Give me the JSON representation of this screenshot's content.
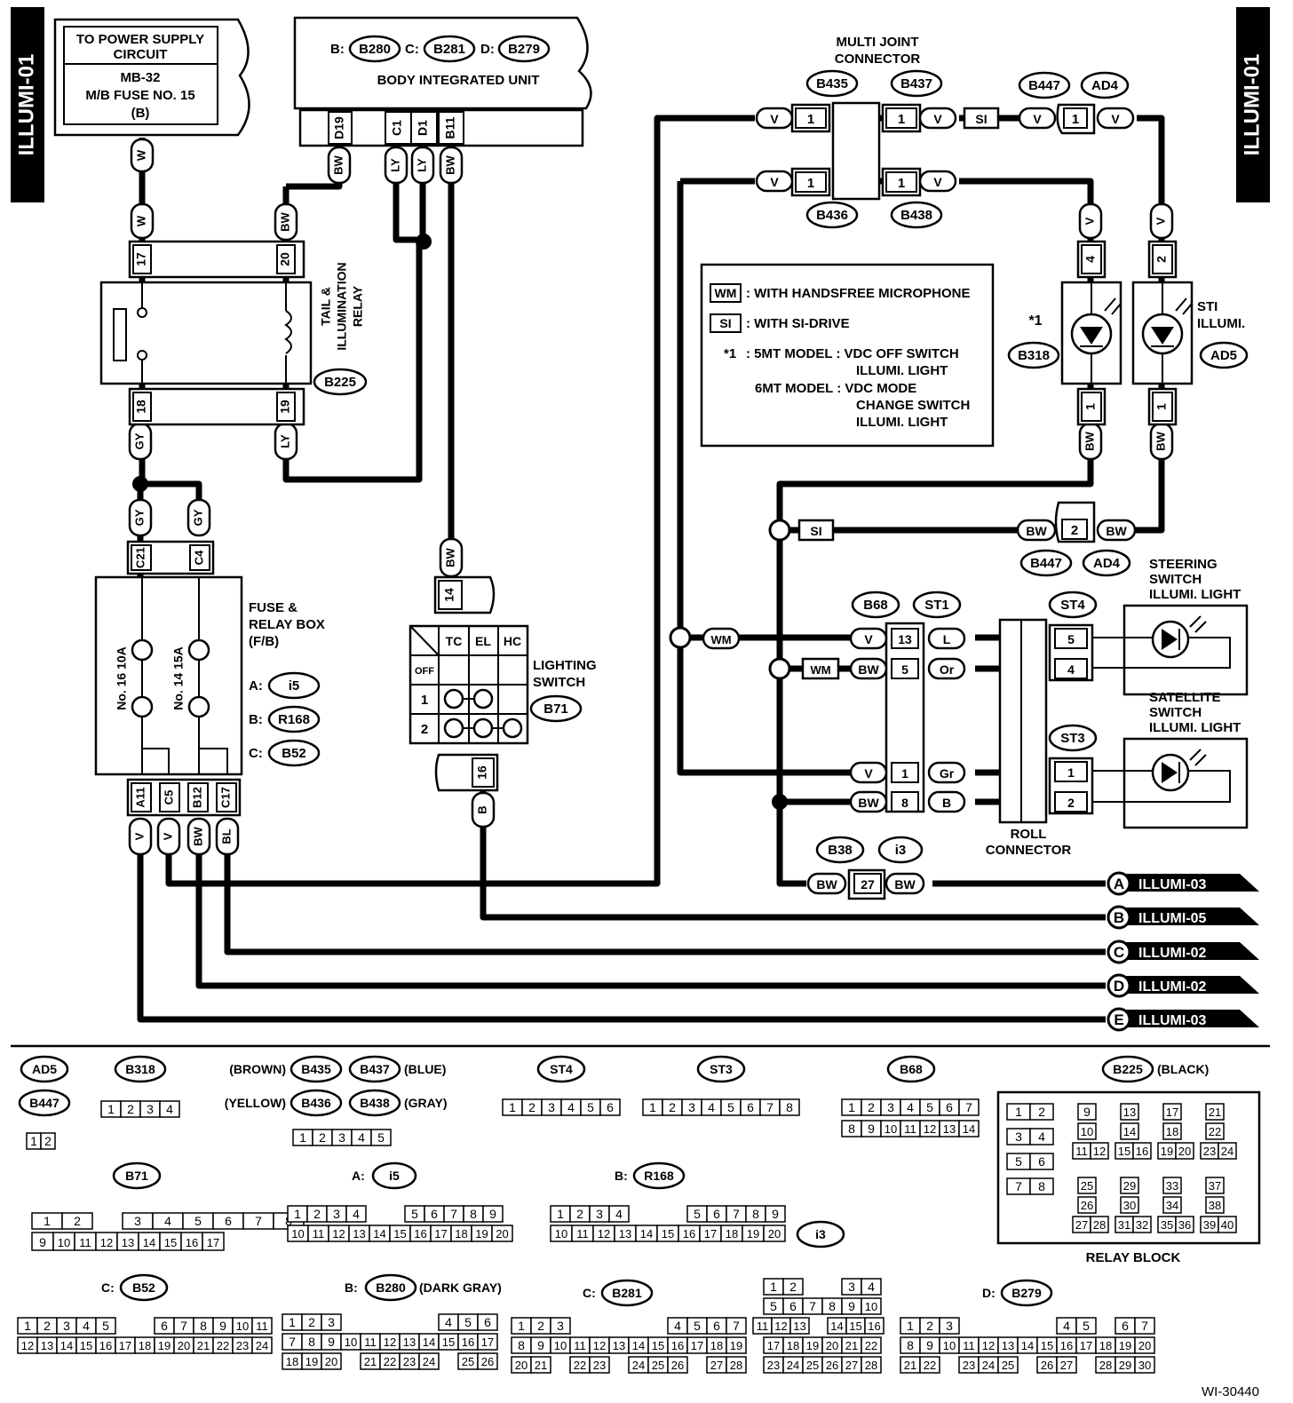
{
  "sheet": {
    "code": "ILLUMI-01",
    "figure_id": "WI-30440"
  },
  "power": {
    "line1": "TO POWER SUPPLY",
    "line2": "CIRCUIT",
    "line3": "MB-32",
    "line4": "M/B FUSE NO. 15",
    "line5": "(B)"
  },
  "biu": {
    "refs": [
      {
        "prefix": "B:",
        "id": "B280"
      },
      {
        "prefix": "C:",
        "id": "B281"
      },
      {
        "prefix": "D:",
        "id": "B279"
      }
    ],
    "title": "BODY INTEGRATED UNIT",
    "pins": [
      "D19",
      "C1",
      "D1",
      "B11"
    ]
  },
  "relay": {
    "title": [
      "TAIL &",
      "ILLUMINATION",
      "RELAY"
    ],
    "id": "B225",
    "pins": [
      "17",
      "20",
      "18",
      "19"
    ]
  },
  "fuse_box": {
    "title": [
      "FUSE &",
      "RELAY BOX",
      "(F/B)"
    ],
    "fuses": [
      "No. 16 10A",
      "No. 14 15A"
    ],
    "refs": [
      {
        "prefix": "A:",
        "id": "i5"
      },
      {
        "prefix": "B:",
        "id": "R168"
      },
      {
        "prefix": "C:",
        "id": "B52"
      }
    ],
    "top_pins": [
      "C21",
      "C4"
    ],
    "bottom_pins": [
      "A11",
      "C5",
      "B12",
      "C17"
    ]
  },
  "lighting_switch": {
    "title": [
      "LIGHTING",
      "SWITCH"
    ],
    "id": "B71",
    "columns": [
      "TC",
      "EL",
      "HC"
    ],
    "rows": [
      "OFF",
      "1",
      "2"
    ],
    "pins": [
      "14",
      "16"
    ]
  },
  "joint": {
    "title": [
      "MULTI JOINT",
      "CONNECTOR"
    ],
    "ids": [
      "B435",
      "B437",
      "B436",
      "B438"
    ],
    "pin": "1"
  },
  "legend": {
    "items": [
      {
        "tag": "WM",
        "text": ": WITH HANDSFREE MICROPHONE"
      },
      {
        "tag": "SI",
        "text": ": WITH SI-DRIVE"
      }
    ],
    "note_mark": "*1",
    "note_lines": [
      ": 5MT MODEL    : VDC OFF SWITCH",
      "ILLUMI. LIGHT",
      "6MT MODEL  : VDC MODE",
      "CHANGE SWITCH",
      "ILLUMI. LIGHT"
    ]
  },
  "vdc_light": {
    "mark": "*1",
    "id": "B318",
    "pins": [
      "4",
      "1"
    ]
  },
  "sti_illumi": {
    "title": [
      "STI",
      "ILLUMI."
    ],
    "id": "AD5",
    "pins": [
      "2",
      "1"
    ]
  },
  "roll_connector": {
    "title": [
      "ROLL",
      "CONNECTOR"
    ],
    "ids": [
      "B68",
      "ST1"
    ],
    "rows": [
      {
        "left": "V",
        "pin": "13",
        "right": "L"
      },
      {
        "left": "BW",
        "pin": "5",
        "right": "Or"
      },
      {
        "left": "V",
        "pin": "1",
        "right": "Gr"
      },
      {
        "left": "BW",
        "pin": "8",
        "right": "B"
      }
    ]
  },
  "steering_light": {
    "title": [
      "STEERING",
      "SWITCH",
      "ILLUMI. LIGHT"
    ],
    "id": "ST4",
    "pins": [
      "5",
      "4"
    ]
  },
  "satellite_light": {
    "title": [
      "SATELLITE",
      "SWITCH",
      "ILLUMI. LIGHT"
    ],
    "id": "ST3",
    "pins": [
      "1",
      "2"
    ]
  },
  "wire_colors": {
    "w": "W",
    "bw": "BW",
    "ly": "LY",
    "gy": "GY",
    "v": "V",
    "bl": "BL",
    "b": "B",
    "si": "SI",
    "wm": "WM"
  },
  "connectors_misc": {
    "b447": "B447",
    "ad4": "AD4",
    "b38": "B38",
    "i3": "i3",
    "pin1": "1",
    "pin2": "2",
    "pin27": "27"
  },
  "outputs": [
    {
      "letter": "A",
      "ref": "ILLUMI-03"
    },
    {
      "letter": "B",
      "ref": "ILLUMI-05"
    },
    {
      "letter": "C",
      "ref": "ILLUMI-02"
    },
    {
      "letter": "D",
      "ref": "ILLUMI-02"
    },
    {
      "letter": "E",
      "ref": "ILLUMI-03"
    }
  ],
  "connector_views": {
    "ad5": "AD5",
    "b447": "B447",
    "b318": "B318",
    "brown": "(BROWN)",
    "b435": "B435",
    "b437": "B437",
    "blue": "(BLUE)",
    "yellow": "(YELLOW)",
    "b436": "B436",
    "b438": "B438",
    "gray": "(GRAY)",
    "st4": "ST4",
    "st3": "ST3",
    "b68": "B68",
    "b225": "B225",
    "black": "(BLACK)",
    "relay_block": "RELAY BLOCK",
    "b71": "B71",
    "a": "A:",
    "i5": "i5",
    "b": "B:",
    "r168": "R168",
    "i3": "i3",
    "c": "C:",
    "b52": "B52",
    "b280": "B280",
    "dark_gray": "(DARK GRAY)",
    "b281": "B281",
    "d": "D:",
    "b279": "B279"
  }
}
